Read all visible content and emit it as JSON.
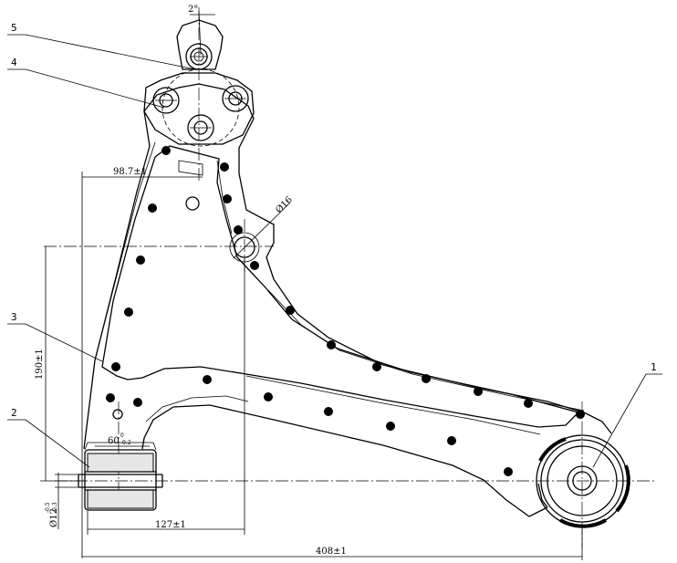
{
  "callouts": {
    "c1": "1",
    "c2": "2",
    "c3": "3",
    "c4": "4",
    "c5": "5"
  },
  "dimensions": {
    "angle": "2°",
    "diameter_hole": "Ø16",
    "width_top": "98.7±1",
    "height": "190±1",
    "bushing_width": "60",
    "bushing_width_tol_upper": "0",
    "bushing_width_tol_lower": "-0.2",
    "bushing_diameter": "Ø12",
    "bushing_diameter_tol_upper": "-0.5",
    "bushing_diameter_tol_lower": "-0.3",
    "offset": "127±1",
    "length": "408±1"
  }
}
